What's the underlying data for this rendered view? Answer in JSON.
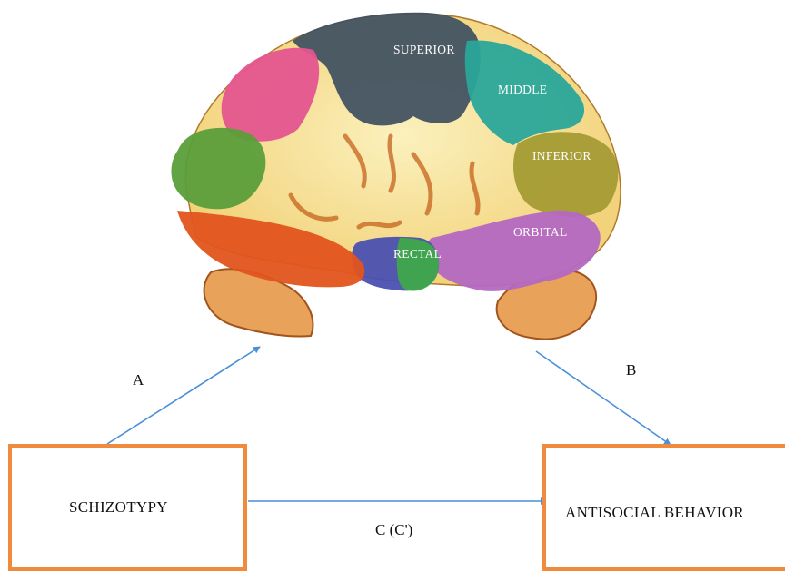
{
  "brain": {
    "regions": [
      {
        "key": "superior",
        "label": "SUPERIOR",
        "color": "#3e5060"
      },
      {
        "key": "middle",
        "label": "MIDDLE",
        "color": "#2aa69a"
      },
      {
        "key": "inferior",
        "label": "INFERIOR",
        "color": "#a49b34"
      },
      {
        "key": "orbital",
        "label": "ORBITAL",
        "color": "#b468c2"
      },
      {
        "key": "rectal",
        "label": "RECTAL",
        "color": "#4a50b0"
      }
    ]
  },
  "paths": {
    "a": "A",
    "b": "B",
    "c": "C (C')"
  },
  "boxes": {
    "predictor": "SCHIZOTYPY",
    "outcome": "ANTISOCIAL BEHAVIOR"
  },
  "colors": {
    "box_border": "#f08a3c",
    "arrow": "#4a90d9",
    "brain_background": "#f7e49a"
  }
}
